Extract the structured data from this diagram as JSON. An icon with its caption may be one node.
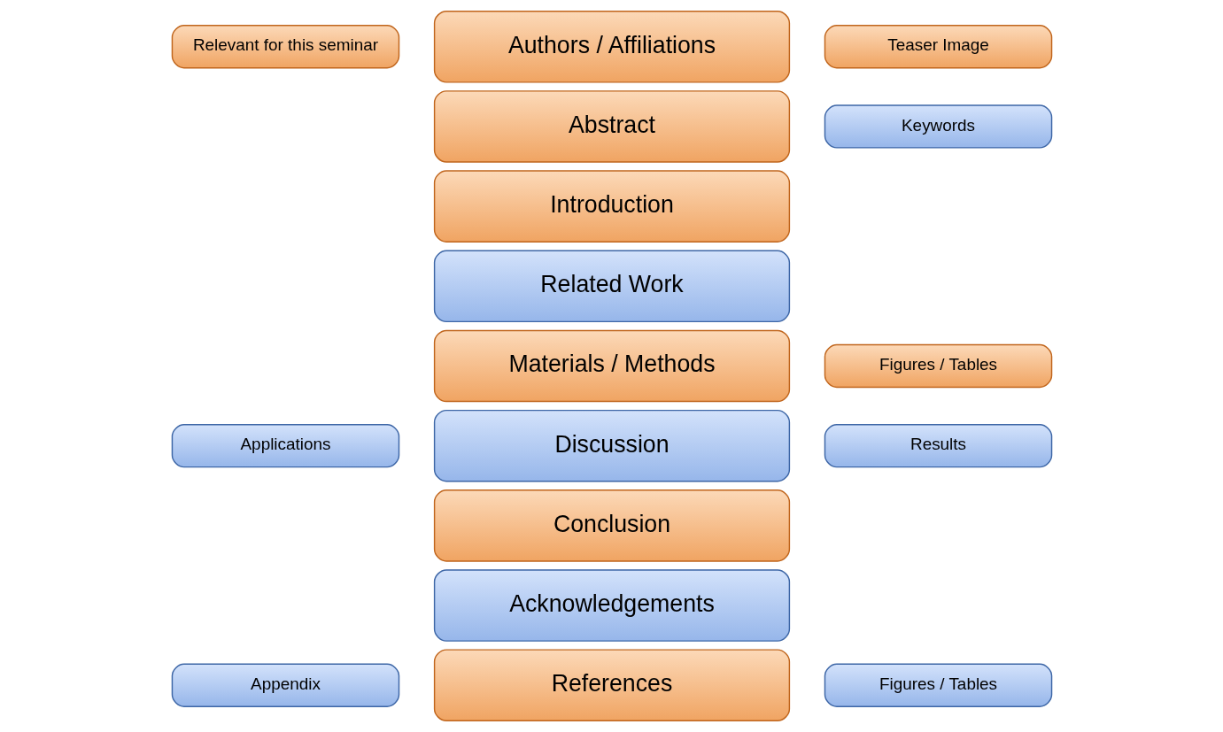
{
  "diagram": {
    "nodes": [
      {
        "text": [
          "Relevant for this seminar"
        ]
      },
      {
        "text": [
          "Authors / Affiliations"
        ]
      },
      {
        "text": [
          "Teaser Image"
        ]
      },
      {
        "text": [
          "Abstract"
        ]
      },
      {
        "text": [
          "Keywords"
        ]
      },
      {
        "text": [
          "Introduction"
        ]
      },
      {
        "text": [
          "Related Work"
        ]
      },
      {
        "text": [
          "Materials / Methods"
        ]
      },
      {
        "text": [
          "Figures / Tables"
        ]
      },
      {
        "text": [
          "Applications"
        ]
      },
      {
        "text": [
          "Discussion"
        ]
      },
      {
        "text": [
          "Results"
        ]
      },
      {
        "text": [
          "Conclusion"
        ]
      },
      {
        "text": [
          "Acknowledgements"
        ]
      },
      {
        "text": [
          "Appendix"
        ]
      },
      {
        "text": [
          "References"
        ]
      },
      {
        "text": [
          "Figures / Tables"
        ]
      }
    ],
    "edges": []
  }
}
